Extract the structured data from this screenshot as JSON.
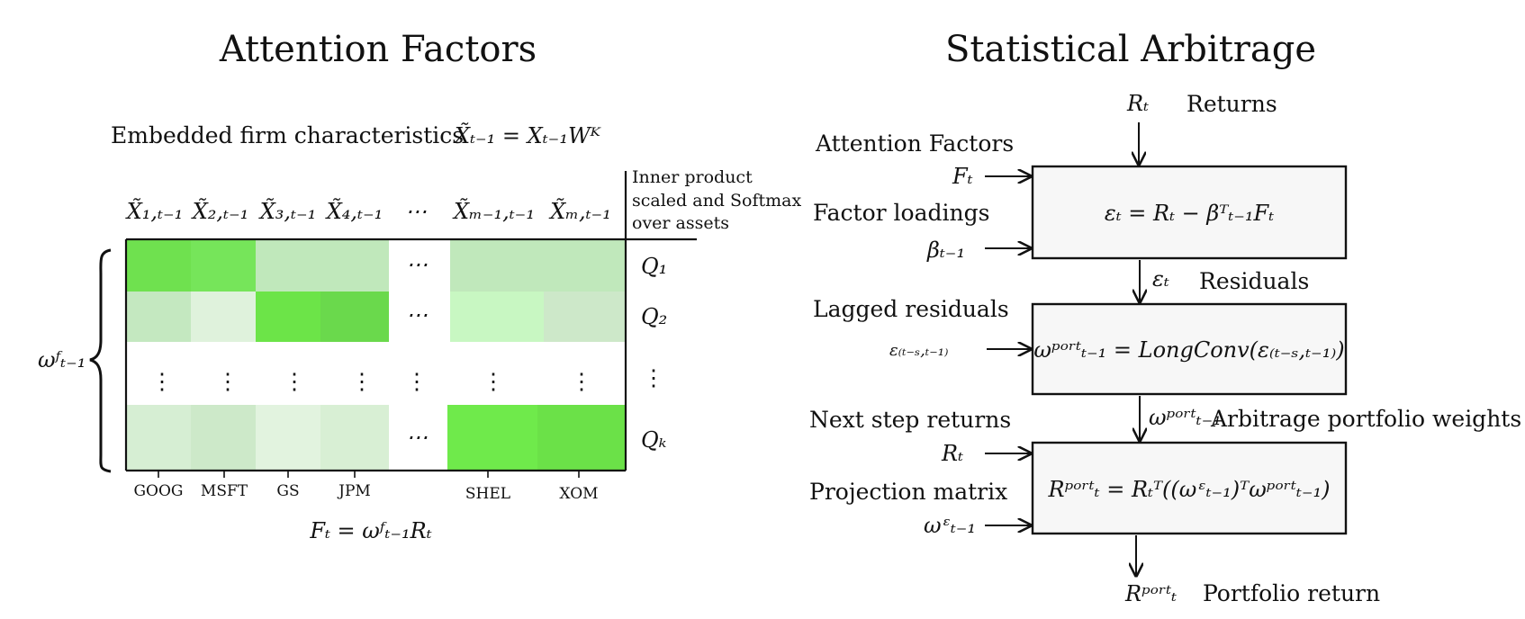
{
  "left_panel": {
    "title": "Attention Factors",
    "embedding_label": "Embedded firm characteristics",
    "embedding_formula": "X̃ₜ₋₁ = Xₜ₋₁Wᴷ",
    "column_headers": [
      "X̃₁,ₜ₋₁",
      "X̃₂,ₜ₋₁",
      "X̃₃,ₜ₋₁",
      "X̃₄,ₜ₋₁",
      "⋯",
      "X̃ₘ₋₁,ₜ₋₁",
      "X̃ₘ,ₜ₋₁"
    ],
    "inner_product_note": [
      "Inner product",
      "scaled and Softmax",
      "over assets"
    ],
    "row_labels": [
      "Q₁",
      "Q₂",
      "⋮",
      "Qₖ"
    ],
    "weight_label": "ωᶠₜ₋₁",
    "asset_labels": [
      "GOOG",
      "MSFT",
      "GS",
      "JPM",
      "SHEL",
      "XOM"
    ],
    "factor_formula": "Fₜ = ωᶠₜ₋₁Rₜ",
    "dots_horizontal": "⋯",
    "dots_vertical": "⋮",
    "heatmap_colors": [
      [
        "#6fe14f",
        "#76e55a",
        "#c0e8bb",
        "#c0e8bb",
        "#c0e8bb",
        "#c0e8bb"
      ],
      [
        "#c4e8c0",
        "#dff2dc",
        "#6ce448",
        "#6ad94c",
        "#c8f7c2",
        "#cde8c9"
      ],
      [
        "#d6eed3",
        "#cde9c9",
        "#e2f3df",
        "#d8efd4",
        "#6fea4b",
        "#6be148"
      ]
    ]
  },
  "right_panel": {
    "title": "Statistical Arbitrage",
    "returns_symbol": "Rₜ",
    "returns_label": "Returns",
    "attention_factors_label": "Attention Factors",
    "factor_symbol": "Fₜ",
    "factor_loadings_label": "Factor loadings",
    "beta_symbol": "βₜ₋₁",
    "box1_formula": "εₜ = Rₜ − βᵀₜ₋₁Fₜ",
    "residual_symbol": "εₜ",
    "residuals_label": "Residuals",
    "lagged_residuals_label": "Lagged residuals",
    "lagged_symbol": "ε₍ₜ₋ₛ,ₜ₋₁₎",
    "box2_formula": "ωᵖᵒʳᵗₜ₋₁ = LongConv(ε₍ₜ₋ₛ,ₜ₋₁₎)",
    "weights_symbol": "ωᵖᵒʳᵗₜ₋₁",
    "weights_label": "Arbitrage portfolio weights",
    "next_step_label": "Next step returns",
    "next_returns_symbol": "Rₜ",
    "projection_label": "Projection matrix",
    "projection_symbol": "ωᵋₜ₋₁",
    "box3_formula": "Rᵖᵒʳᵗₜ = Rₜᵀ((ωᵋₜ₋₁)ᵀωᵖᵒʳᵗₜ₋₁)",
    "portfolio_symbol": "Rᵖᵒʳᵗₜ",
    "portfolio_label": "Portfolio return",
    "box_fill": "#f7f7f7"
  }
}
